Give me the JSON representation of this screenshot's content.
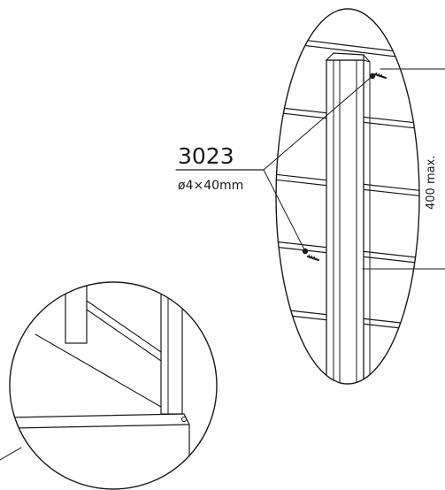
{
  "callout": {
    "part_number": "3023",
    "screw_spec": "ø4×40mm"
  },
  "dimension": {
    "label": "400 max."
  }
}
